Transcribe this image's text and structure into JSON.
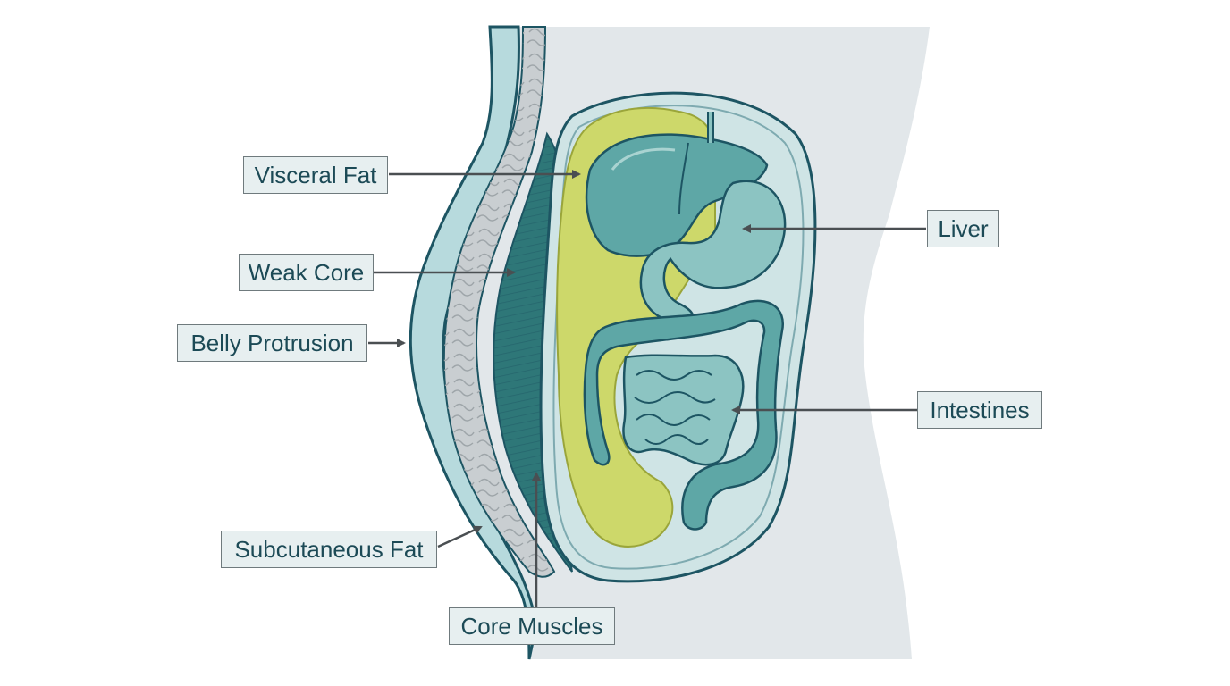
{
  "labels": {
    "visceral_fat": "Visceral Fat",
    "weak_core": "Weak Core",
    "belly_protrusion": "Belly Protrusion",
    "subcutaneous_fat": "Subcutaneous Fat",
    "core_muscles": "Core Muscles",
    "liver": "Liver",
    "intestines": "Intestines"
  },
  "colors": {
    "body": "#e2e7ea",
    "outline": "#1d5563",
    "subcutaneous_fat": "#c9ced1",
    "skin": "#b7dadd",
    "muscle": "#2e7778",
    "visceral_fat": "#cdd86a",
    "cavity": "#cfe4e5",
    "organ": "#5ea7a6",
    "organ_light": "#8cc4c2",
    "label_bg": "#e7eff0",
    "label_text": "#1c4a56",
    "arrow": "#4a4f52"
  }
}
